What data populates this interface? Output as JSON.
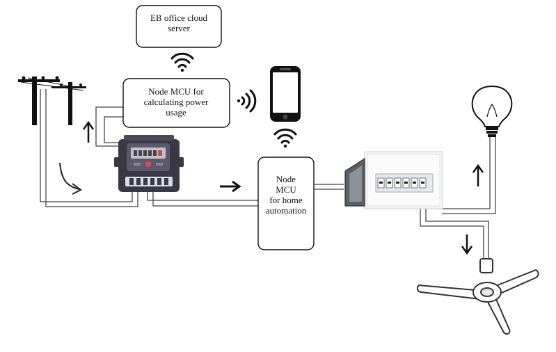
{
  "nodes": {
    "cloud_server": {
      "label": [
        "EB office cloud",
        "server"
      ]
    },
    "nodemcu_power": {
      "label": [
        "Node MCU for",
        "calculating power",
        "usage"
      ]
    },
    "nodemcu_home": {
      "label": [
        "Node",
        "MCU",
        "for home",
        "automation"
      ]
    }
  },
  "devices": [
    "utility-pole",
    "energy-meter",
    "smartphone",
    "distribution-board",
    "light-bulb",
    "ceiling-fan"
  ],
  "icons": [
    "wifi-icon",
    "arrow-up-icon",
    "arrow-down-icon",
    "arrow-right-icon",
    "curved-arrow-icon"
  ]
}
